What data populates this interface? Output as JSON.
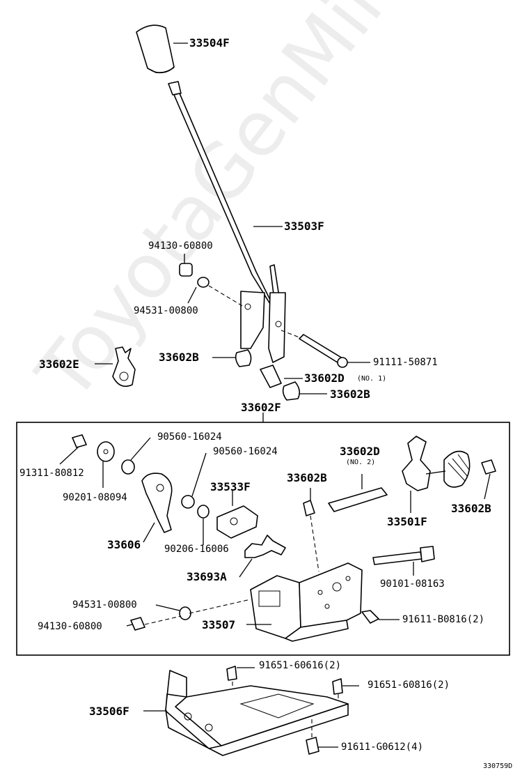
{
  "watermark": "ToyotaGenMine.ru",
  "diagram_id": "330759D",
  "parts": {
    "knob": "33504F",
    "lever": "33503F",
    "nut_top": "94130-60800",
    "washer_top": "94531-00800",
    "bushing_left": "33602B",
    "bolt_top": "91111-50871",
    "bushing_d": "33602D",
    "bushing_d_note": "(NO. 1)",
    "bushing_right": "33602B",
    "clip": "33602E",
    "group_label": "33602F",
    "bolt_small": "91311-80812",
    "washer_small": "90201-08094",
    "oring_1": "90560-16024",
    "oring_2": "90560-16024",
    "seat": "33533F",
    "lever_arm": "33606",
    "washer_206": "90206-16006",
    "plate": "33693A",
    "sleeve": "33602D",
    "sleeve_note": "(NO. 2)",
    "bush_b": "33602B",
    "bracket_part": "33501F",
    "bush_b_right": "33602B",
    "bolt_long": "90101-08163",
    "washer_bottom": "94531-00800",
    "nut_bottom": "94130-60800",
    "housing": "33507",
    "bolt_housing": "91611-B0816(2)",
    "bolt_top_plate": "91651-60616(2)",
    "bolt_side_plate": "91651-60816(2)",
    "base_plate": "33506F",
    "bolt_bottom": "91611-G0612(4)"
  }
}
